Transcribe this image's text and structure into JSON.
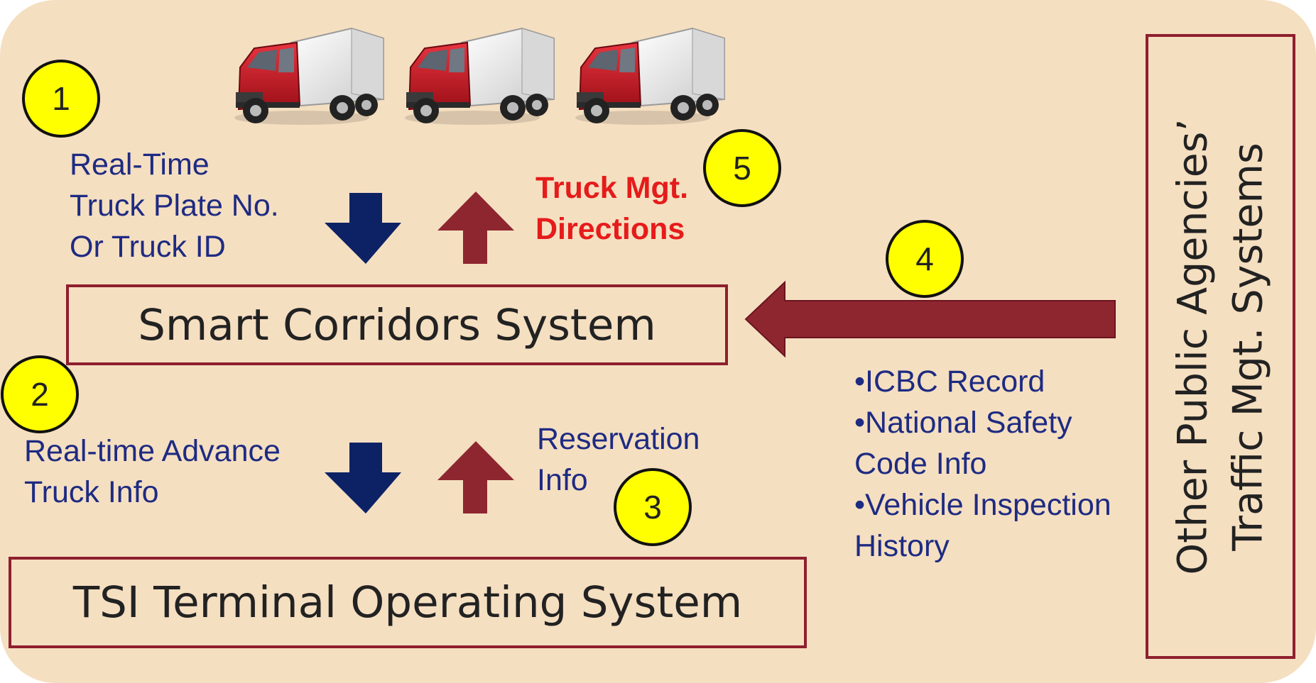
{
  "colors": {
    "panel_background": "#f5dfc1",
    "box_border": "#8e1f2e",
    "arrow_down": "#0d2265",
    "arrow_up": "#8e2630",
    "badge_fill": "#ffff00",
    "label_blue": "#1e2b82",
    "label_red": "#e61b1b"
  },
  "trucks": [
    {
      "icon": "truck-icon"
    },
    {
      "icon": "truck-icon"
    },
    {
      "icon": "truck-icon"
    }
  ],
  "systems": {
    "smart_corridors": "Smart Corridors System",
    "tsi_terminal": "TSI Terminal Operating System",
    "public_agencies": {
      "line1": "Other Public Agencies’",
      "line2": "Traffic Mgt. Systems"
    }
  },
  "badges": [
    "1",
    "2",
    "3",
    "4",
    "5"
  ],
  "labels": {
    "realtime_truck": [
      "Real-Time",
      "Truck Plate No.",
      "Or Truck ID"
    ],
    "truck_mgt": [
      "Truck Mgt.",
      "Directions"
    ],
    "advance_info": [
      "Real-time Advance",
      "Truck Info"
    ],
    "reservation": [
      "Reservation",
      "Info"
    ],
    "records": [
      "•ICBC Record",
      "•National Safety",
      "Code Info",
      "•Vehicle Inspection",
      "History"
    ]
  }
}
